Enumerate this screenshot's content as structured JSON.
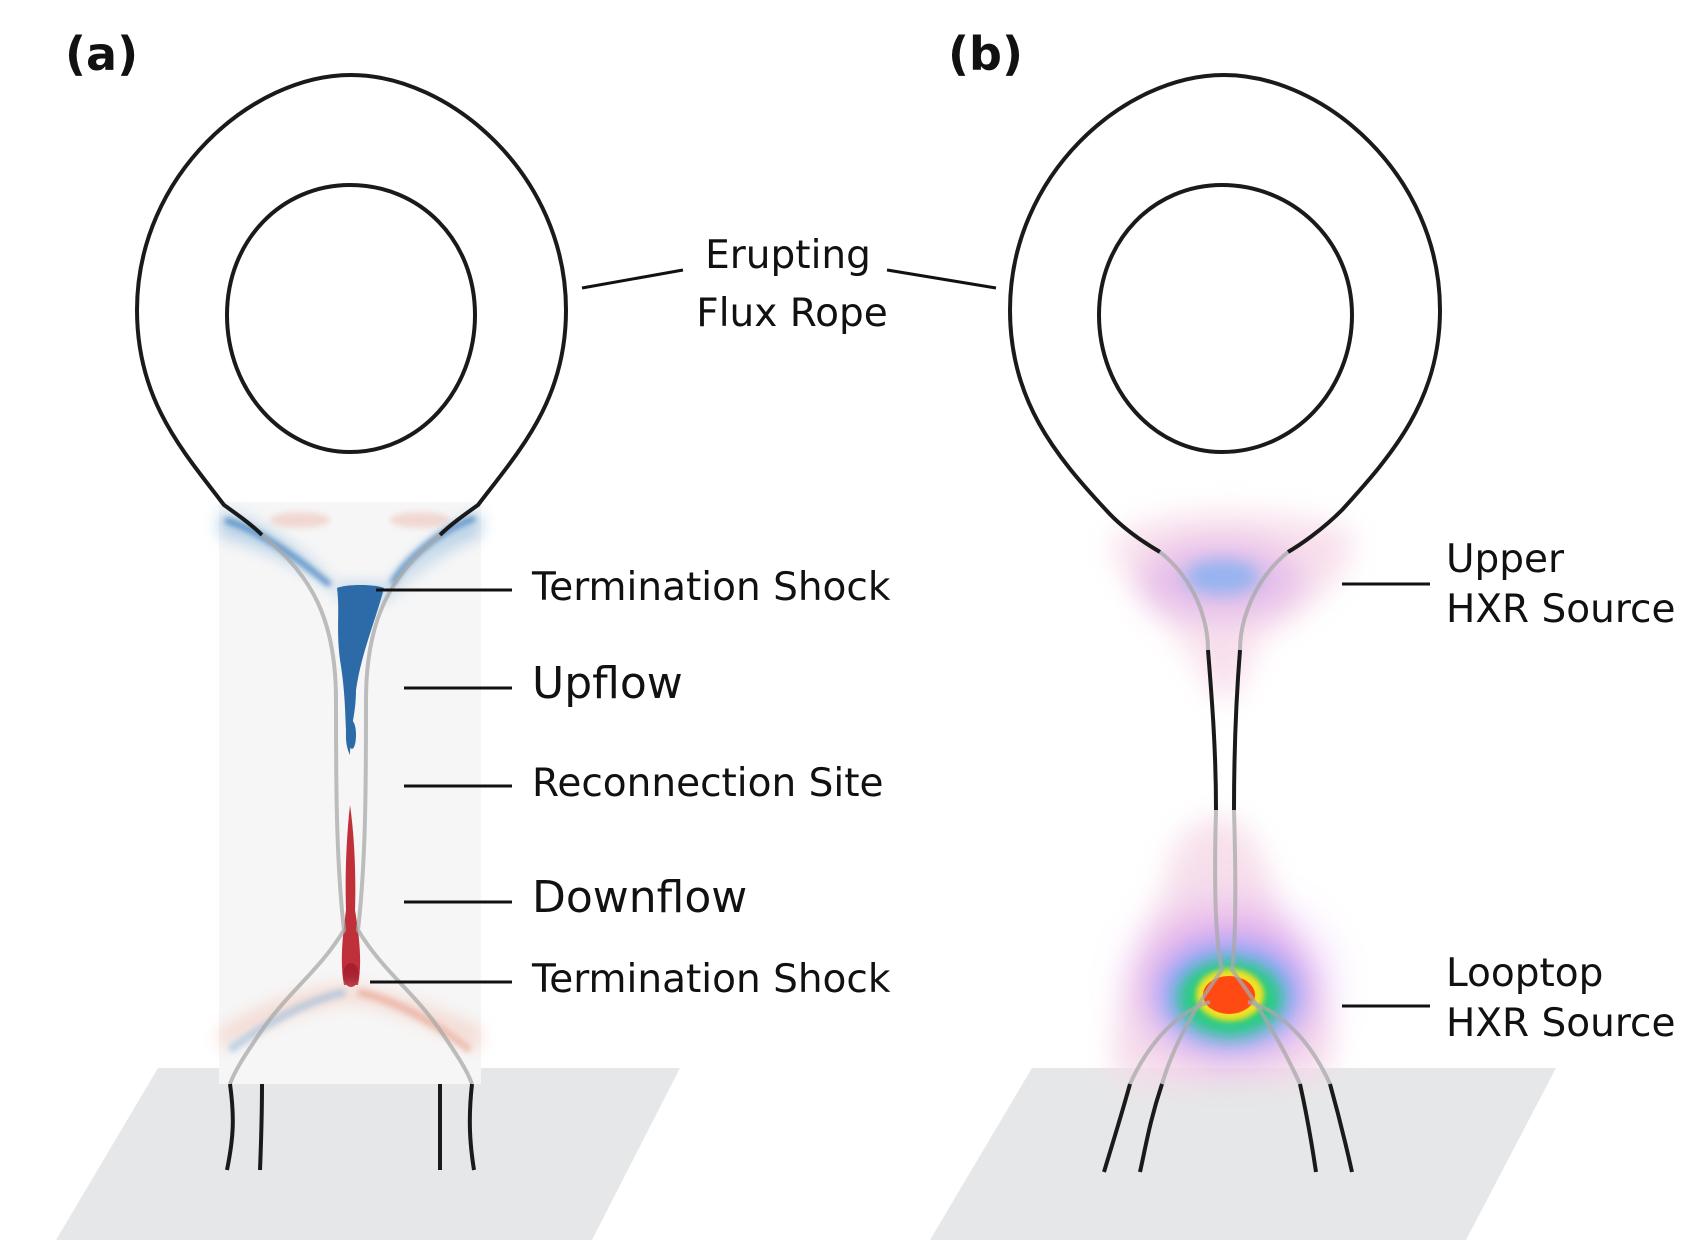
{
  "panels": [
    {
      "label": "(a)"
    },
    {
      "label": "(b)"
    }
  ],
  "annotations": {
    "flux_rope": [
      "Erupting",
      "Flux Rope"
    ],
    "panel_a": {
      "termination_shock_top": "Termination Shock",
      "upflow": "Upflow",
      "reconnection_site": "Reconnection Site",
      "downflow": "Downflow",
      "termination_shock_bottom": "Termination Shock"
    },
    "panel_b": {
      "upper_source": [
        "Upper",
        "HXR Source"
      ],
      "looptop_source": [
        "Looptop",
        "HXR Source"
      ]
    }
  },
  "colors": {
    "upflow": "#2d6aa8",
    "downflow": "#c0303a",
    "surface": "#e6e7e8",
    "hxr_core": "#ff4a14",
    "hxr_mid": "#1ed26e",
    "hxr_outer": "#d78cf0"
  }
}
